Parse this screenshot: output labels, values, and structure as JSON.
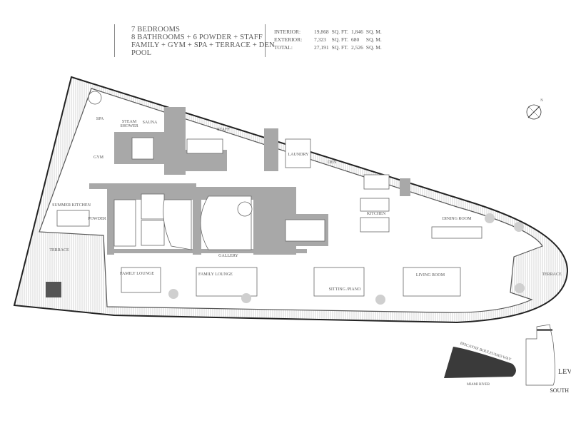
{
  "summary": {
    "lines": [
      "7 BEDROOMS",
      "8 BATHROOMS + 6 POWDER + STAFF",
      "FAMILY + GYM + SPA + TERRACE + DEN",
      "POOL"
    ]
  },
  "areas": [
    {
      "label": "INTERIOR:",
      "sqft": "19,868",
      "sqft_unit": "SQ. FT.",
      "sqm": "1,846",
      "sqm_unit": "SQ. M."
    },
    {
      "label": "EXTERIOR:",
      "sqft": "7,323",
      "sqft_unit": "SQ. FT.",
      "sqm": "680",
      "sqm_unit": "SQ. M."
    },
    {
      "label": "TOTAL:",
      "sqft": "27,191",
      "sqft_unit": "SQ. FT.",
      "sqm": "2,526",
      "sqm_unit": "SQ. M."
    }
  ],
  "rooms": {
    "spa": "SPA",
    "steam": "STEAM",
    "shower": "SHOWER",
    "sauna": "SAUNA",
    "staff": "STAFF",
    "gym": "GYM",
    "laundry": "LAUNDRY",
    "den": "DEN",
    "summer_kitchen": "SUMMER KITCHEN",
    "powder": "POWDER",
    "terrace_left": "TERRACE",
    "terrace_right": "TERRACE",
    "kitchen": "KITCHEN",
    "dining": "DINING ROOM",
    "gallery": "GALLERY",
    "family_lounge_1": "FAMILY LOUNGE",
    "family_lounge_2": "FAMILY LOUNGE",
    "sitting": "SITTING /PIANO",
    "living": "LIVING ROOM"
  },
  "compass": {
    "north": "N"
  },
  "keymap": {
    "street": "BISCAYNE BOULEVARD WAY",
    "river": "MIAMI RIVER",
    "level": "LEVEL",
    "orientation": "SOUTH"
  },
  "colors": {
    "wall": "#a8a8a8",
    "line": "#333333",
    "site": "#3a3a3a",
    "column": "#cfcfcf"
  }
}
